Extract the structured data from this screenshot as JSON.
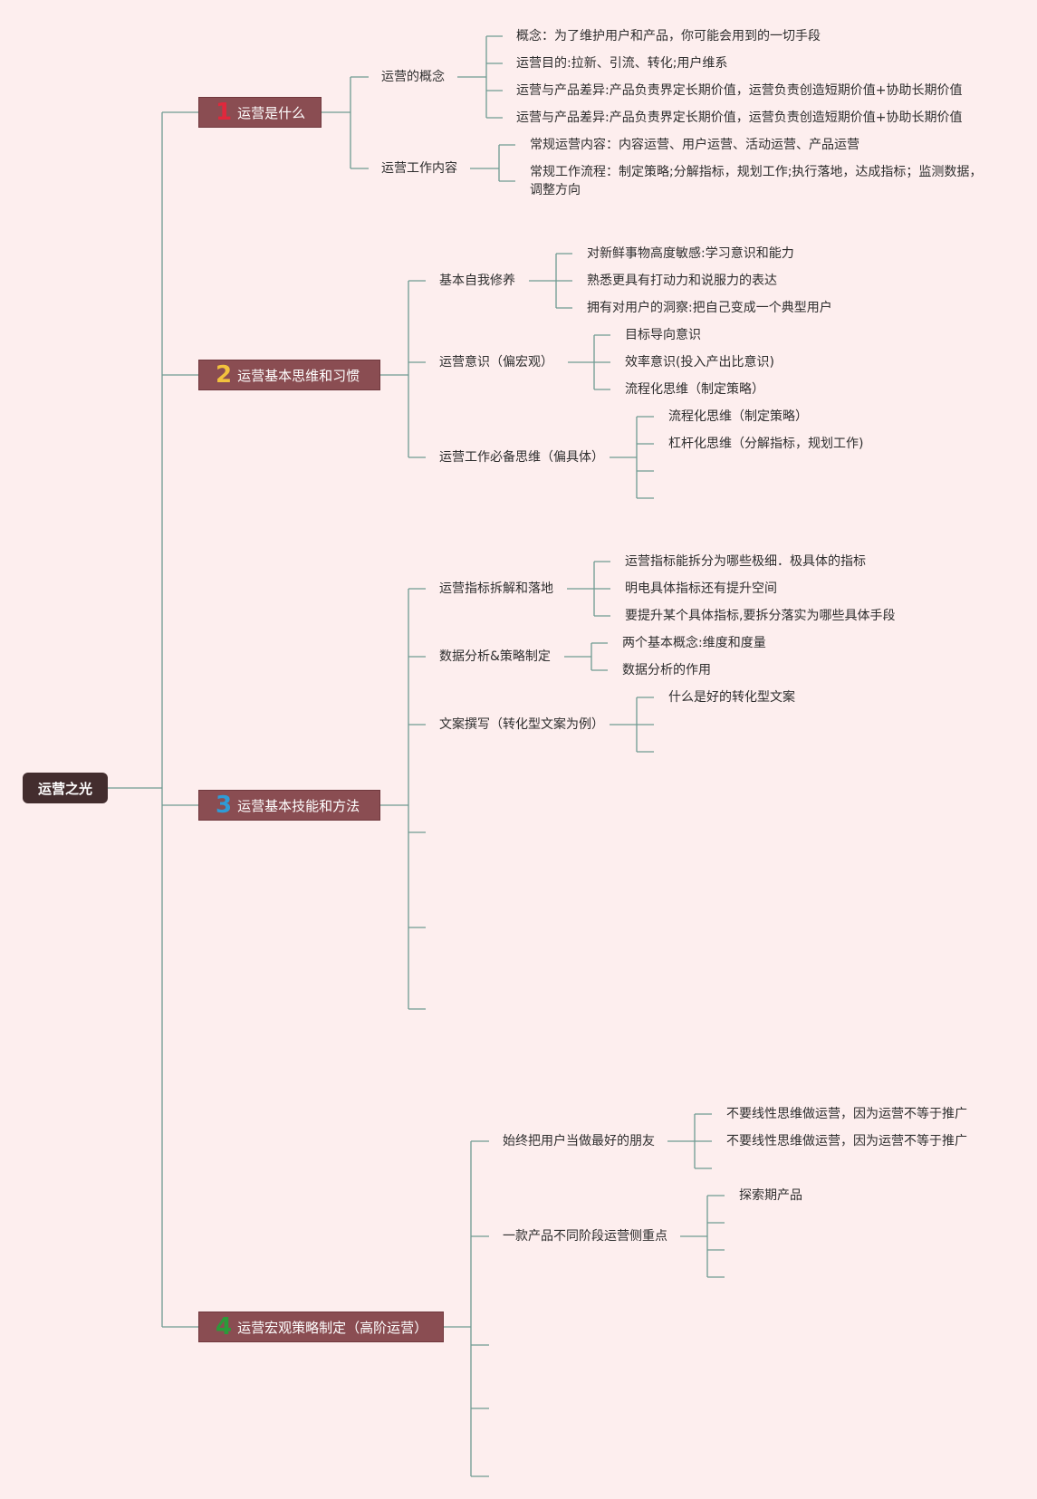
{
  "root": {
    "label": "运营之光"
  },
  "colors": {
    "background": "#fdeeee",
    "category_box": "#8a4d52",
    "root_box": "#432d2e",
    "connector": "#6f9a92",
    "num1": "#e0283c",
    "num2": "#f2c23d",
    "num3": "#2f9bd6",
    "num4": "#2c9a3a"
  },
  "branches": [
    {
      "num": "1",
      "label": "运营是什么",
      "items": [
        {
          "label": "运营的概念",
          "items": [
            "概念：为了维护用户和产品，你可能会用到的一切手段",
            "运营目的:拉新、引流、转化;用户维系",
            "运营与产品差异:产品负责界定长期价值，运营负责创造短期价值+协助长期价值",
            "运营与产品差异:产品负责界定长期价值，运营负责创造短期价值+协助长期价值"
          ]
        },
        {
          "label": "运营工作内容",
          "items": [
            "常规运营内容：内容运营、用户运营、活动运营、产品运营",
            "常规工作流程：制定策略;分解指标，规划工作;执行落地，达成指标；监测数据，调整方向"
          ]
        }
      ]
    },
    {
      "num": "2",
      "label": "运营基本思维和习惯",
      "items": [
        {
          "label": "基本自我修养",
          "items": [
            "对新鲜事物高度敏感:学习意识和能力",
            "熟悉更具有打动力和说服力的表达",
            "拥有对用户的洞察:把自己变成一个典型用户"
          ]
        },
        {
          "label": "运营意识（偏宏观）",
          "items": [
            "目标导向意识",
            "效率意识(投入产出比意识)",
            "流程化思维（制定策略）"
          ]
        },
        {
          "label": "运营工作必备思维（偏具体）",
          "items": [
            "流程化思维（制定策略）",
            "杠杆化思维（分解指标，规划工作)",
            "",
            ""
          ]
        }
      ]
    },
    {
      "num": "3",
      "label": "运营基本技能和方法",
      "items": [
        {
          "label": "运营指标拆解和落地",
          "items": [
            "运营指标能拆分为哪些极细．极具体的指标",
            "明电具体指标还有提升空间",
            "要提升某个具体指标,要拆分落实为哪些具体手段"
          ]
        },
        {
          "label": "数据分析&策略制定",
          "items": [
            "两个基本概念:维度和度量",
            "数据分析的作用"
          ]
        },
        {
          "label": "文案撰写（转化型文案为例）",
          "items": [
            "什么是好的转化型文案",
            "",
            ""
          ]
        },
        {
          "label": "",
          "items": []
        },
        {
          "label": "",
          "items": []
        },
        {
          "label": "",
          "items": []
        }
      ]
    },
    {
      "num": "4",
      "label": "运营宏观策略制定（高阶运营）",
      "items": [
        {
          "label": "始终把用户当做最好的朋友",
          "items": [
            "不要线性思维做运营，因为运营不等于推广",
            "不要线性思维做运营，因为运营不等于推广",
            ""
          ]
        },
        {
          "label": "一款产品不同阶段运营侧重点",
          "items": [
            "探索期产品",
            "",
            "",
            ""
          ]
        },
        {
          "label": "",
          "items": []
        },
        {
          "label": "",
          "items": []
        },
        {
          "label": "",
          "items": []
        }
      ]
    }
  ]
}
